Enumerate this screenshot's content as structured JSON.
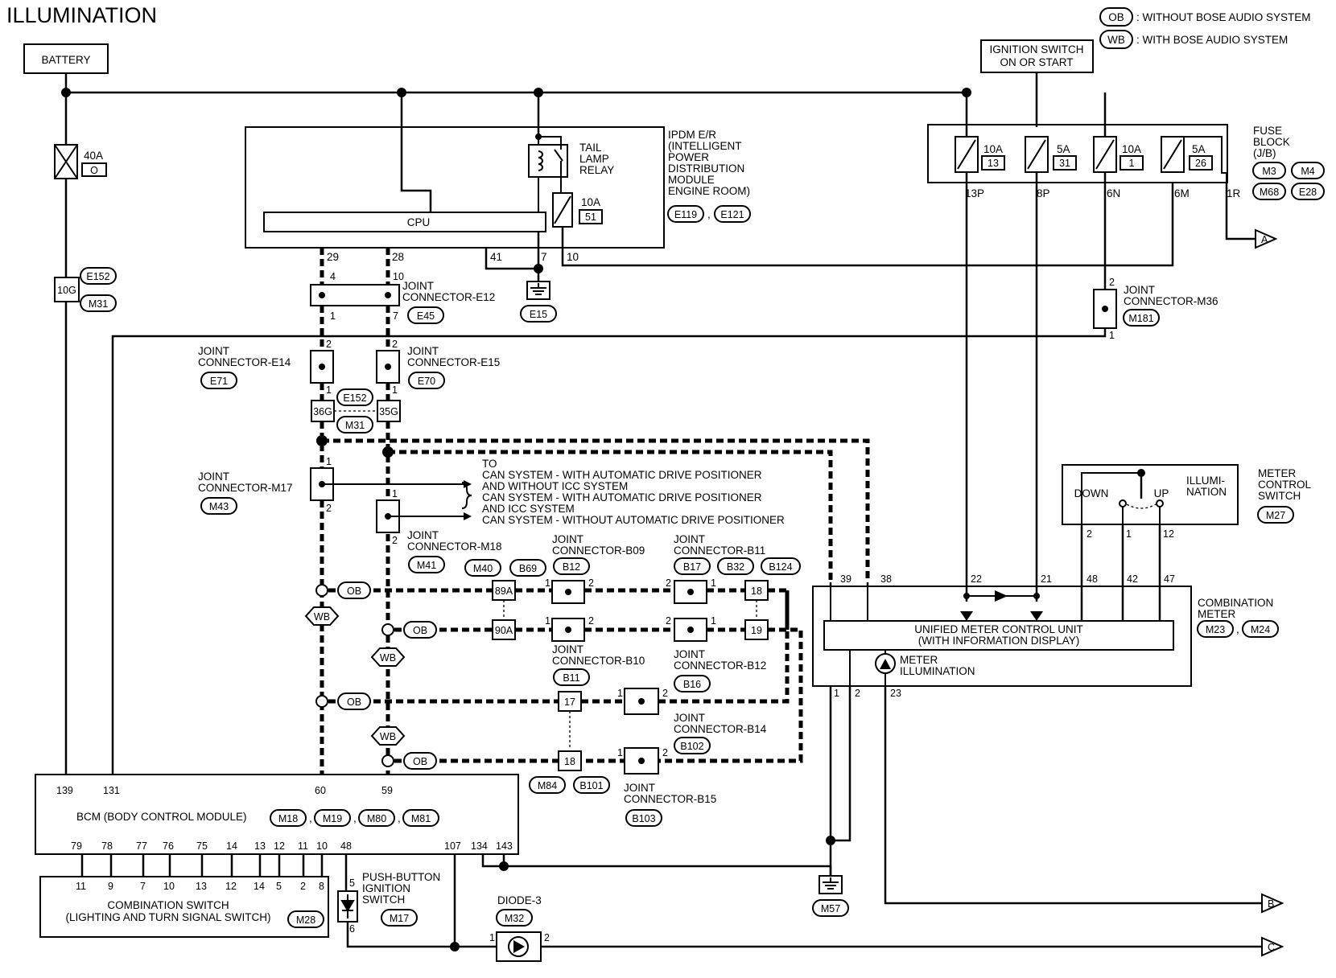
{
  "title": "ILLUMINATION",
  "legend": {
    "ob_tag": "OB",
    "ob_text": ": WITHOUT BOSE AUDIO SYSTEM",
    "wb_tag": "WB",
    "wb_text": ": WITH BOSE AUDIO SYSTEM"
  },
  "battery": "BATTERY",
  "ignition": [
    "IGNITION SWITCH",
    "ON OR START"
  ],
  "fusible_link": {
    "amp": "40A",
    "id": "O"
  },
  "ipdm": {
    "label": [
      "IPDM E/R",
      "(INTELLIGENT",
      "POWER",
      "DISTRIBUTION",
      "MODULE",
      "ENGINE ROOM)"
    ],
    "connectors": [
      "E119",
      "E121"
    ],
    "cpu": "CPU",
    "relay": [
      "TAIL",
      "LAMP",
      "RELAY"
    ],
    "fuse_amp": "10A",
    "fuse_no": "51",
    "pins": [
      "29",
      "28",
      "41",
      "7",
      "10"
    ]
  },
  "fuse_block": {
    "label": [
      "FUSE",
      "BLOCK",
      "(J/B)"
    ],
    "connectors": [
      "M3",
      "M4",
      "M68",
      "E28"
    ],
    "fuses": [
      {
        "amp": "10A",
        "no": "13"
      },
      {
        "amp": "5A",
        "no": "31"
      },
      {
        "amp": "10A",
        "no": "1"
      },
      {
        "amp": "5A",
        "no": "26"
      }
    ],
    "pins": [
      "13P",
      "8P",
      "6N",
      "6M",
      "1R"
    ]
  },
  "harness": {
    "pin": "10G",
    "connectors": [
      "E152",
      "M31"
    ]
  },
  "ground_e15": "E15",
  "joint_e12": {
    "label": [
      "JOINT",
      "CONNECTOR-E12"
    ],
    "conn": "E45",
    "pins": [
      "4",
      "10",
      "1",
      "7"
    ]
  },
  "joint_m36": {
    "label": [
      "JOINT",
      "CONNECTOR-M36"
    ],
    "conn": "M181",
    "pins": [
      "2",
      "1"
    ]
  },
  "joint_e14": {
    "label": [
      "JOINT",
      "CONNECTOR-E14"
    ],
    "conn": "E71",
    "pins": [
      "2",
      "1"
    ]
  },
  "joint_e15": {
    "label": [
      "JOINT",
      "CONNECTOR-E15"
    ],
    "conn": "E70",
    "pins": [
      "2",
      "1"
    ]
  },
  "harness2": {
    "pins": [
      "36G",
      "35G"
    ],
    "connectors": [
      "E152",
      "M31"
    ]
  },
  "joint_m17": {
    "label": [
      "JOINT",
      "CONNECTOR-M17"
    ],
    "conn": "M43",
    "pins": [
      "1",
      "2"
    ]
  },
  "joint_m18": {
    "label": [
      "JOINT",
      "CONNECTOR-M18"
    ],
    "conn": "M41",
    "pins": [
      "1",
      "2"
    ]
  },
  "can_note": [
    "TO",
    "CAN SYSTEM - WITH AUTOMATIC DRIVE POSITIONER",
    "AND WITHOUT ICC SYSTEM",
    "CAN SYSTEM - WITH AUTOMATIC DRIVE POSITIONER",
    "AND ICC SYSTEM",
    "CAN SYSTEM - WITHOUT AUTOMATIC DRIVE POSITIONER"
  ],
  "conn_m40": "M40",
  "conn_b69": "B69",
  "joint_b09": {
    "label": [
      "JOINT",
      "CONNECTOR-B09"
    ],
    "conn": "B12",
    "pins": [
      "1",
      "2",
      "1",
      "2"
    ]
  },
  "joint_b11": {
    "label": [
      "JOINT",
      "CONNECTOR-B11"
    ],
    "conns": [
      "B17",
      "B32",
      "B124"
    ],
    "pins": [
      "2",
      "1",
      "2",
      "1"
    ]
  },
  "harness_pins": [
    "89A",
    "90A",
    "18",
    "19",
    "17",
    "18"
  ],
  "joint_b10": {
    "label": [
      "JOINT",
      "CONNECTOR-B10"
    ],
    "conn": "B11"
  },
  "joint_b12": {
    "label": [
      "JOINT",
      "CONNECTOR-B12"
    ],
    "conn": "B16"
  },
  "joint_b14": {
    "label": [
      "JOINT",
      "CONNECTOR-B14"
    ],
    "conn": "B102",
    "pins": [
      "1",
      "2"
    ]
  },
  "joint_b15": {
    "label": [
      "JOINT",
      "CONNECTOR-B15"
    ],
    "conn": "B103",
    "pins": [
      "1",
      "2"
    ]
  },
  "conn_m84": "M84",
  "conn_b101": "B101",
  "meter_switch": {
    "label": [
      "METER",
      "CONTROL",
      "SWITCH"
    ],
    "conn": "M27",
    "illum": [
      "ILLUMI-",
      "NATION"
    ],
    "down": "DOWN",
    "up": "UP",
    "pins": [
      "2",
      "1",
      "12"
    ]
  },
  "combination_meter": {
    "label": [
      "COMBINATION",
      "METER"
    ],
    "connectors": [
      "M23",
      "M24"
    ],
    "unit": [
      "UNIFIED METER CONTROL UNIT",
      "(WITH INFORMATION DISPLAY)"
    ],
    "illum": [
      "METER",
      "ILLUMINATION"
    ],
    "top_pins": [
      "39",
      "38",
      "22",
      "21",
      "48",
      "42",
      "47"
    ],
    "bottom_pins": [
      "1",
      "2",
      "23"
    ]
  },
  "bcm": {
    "label": "BCM (BODY CONTROL MODULE)",
    "connectors": [
      "M18",
      "M19",
      "M80",
      "M81"
    ],
    "top_pins": [
      "139",
      "131",
      "60",
      "59"
    ],
    "bottom_pins": [
      "79",
      "78",
      "77",
      "76",
      "75",
      "14",
      "13",
      "12",
      "11",
      "10",
      "48",
      "107",
      "134",
      "143"
    ]
  },
  "comb_switch": {
    "label": [
      "COMBINATION SWITCH",
      "(LIGHTING AND TURN SIGNAL SWITCH)"
    ],
    "conn": "M28",
    "pins": [
      "11",
      "9",
      "7",
      "10",
      "13",
      "12",
      "14",
      "5",
      "2",
      "8"
    ]
  },
  "push_button": {
    "label": [
      "PUSH-BUTTON",
      "IGNITION",
      "SWITCH"
    ],
    "conn": "M17",
    "pins": [
      "5",
      "6"
    ]
  },
  "diode3": {
    "label": "DIODE-3",
    "conn": "M32",
    "pins": [
      "1",
      "2"
    ]
  },
  "ground_m57": "M57",
  "arrows": [
    "A",
    "B",
    "C"
  ]
}
